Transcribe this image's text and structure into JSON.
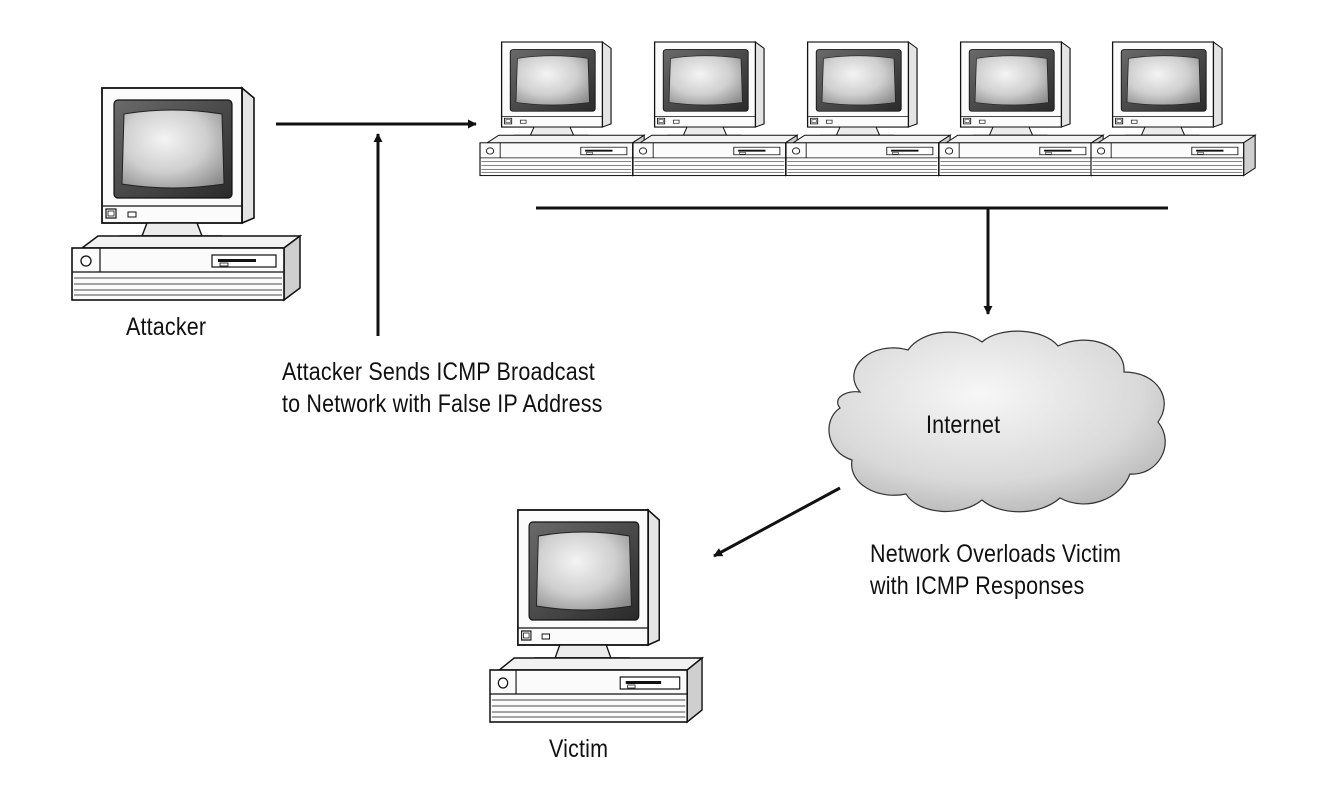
{
  "nodes": {
    "attacker": {
      "label": "Attacker",
      "icon": "desktop-computer-icon"
    },
    "network_hosts": [
      {
        "icon": "desktop-computer-icon"
      },
      {
        "icon": "desktop-computer-icon"
      },
      {
        "icon": "desktop-computer-icon"
      },
      {
        "icon": "desktop-computer-icon"
      },
      {
        "icon": "desktop-computer-icon"
      }
    ],
    "internet": {
      "label": "Internet",
      "icon": "cloud-icon"
    },
    "victim": {
      "label": "Victim",
      "icon": "desktop-computer-icon"
    }
  },
  "annotations": {
    "broadcast": {
      "line1": "Attacker Sends ICMP Broadcast",
      "line2": "to Network with False IP Address"
    },
    "overload": {
      "line1": "Network Overloads Victim",
      "line2": "with ICMP Responses"
    }
  },
  "colors": {
    "stroke": "#111111",
    "screen_dark": "#3a3a3a",
    "screen_light": "#d8d8d8",
    "case_light": "#fafafa",
    "case_shade": "#d6d6d6",
    "cloud_light": "#f2f2f2",
    "cloud_dark": "#b9b9b9"
  }
}
